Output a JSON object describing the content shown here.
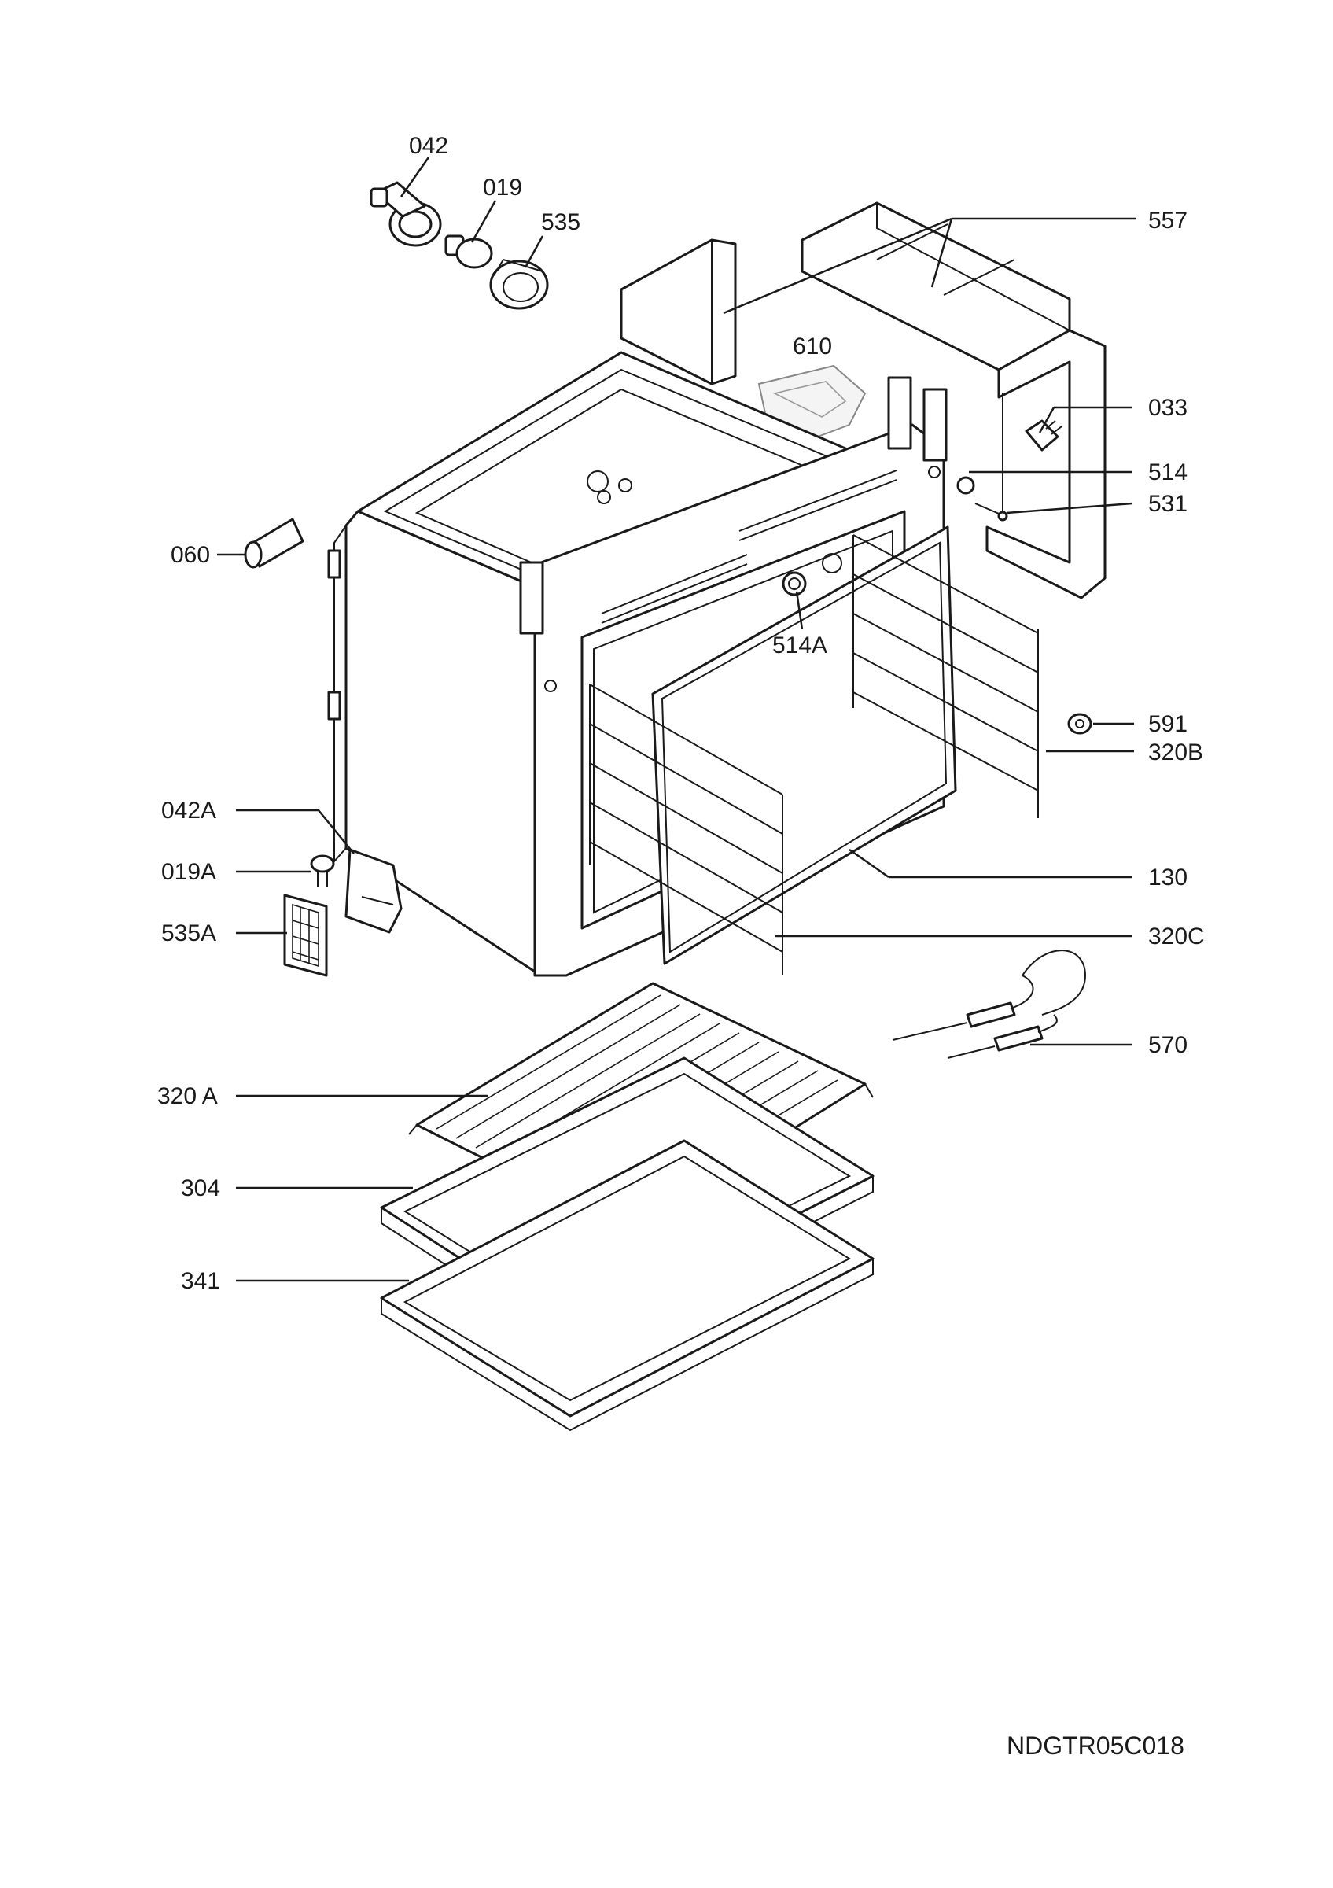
{
  "labels": {
    "l042": "042",
    "l019": "019",
    "l535": "535",
    "l557": "557",
    "l610": "610",
    "l033": "033",
    "l514": "514",
    "l531": "531",
    "l060": "060",
    "l514A": "514A",
    "l591": "591",
    "l320B": "320B",
    "l042A": "042A",
    "l019A": "019A",
    "l535A": "535A",
    "l130": "130",
    "l320C": "320C",
    "l570": "570",
    "l320A": "320 A",
    "l304": "304",
    "l341": "341"
  },
  "drawing_code": "NDGTR05C018"
}
